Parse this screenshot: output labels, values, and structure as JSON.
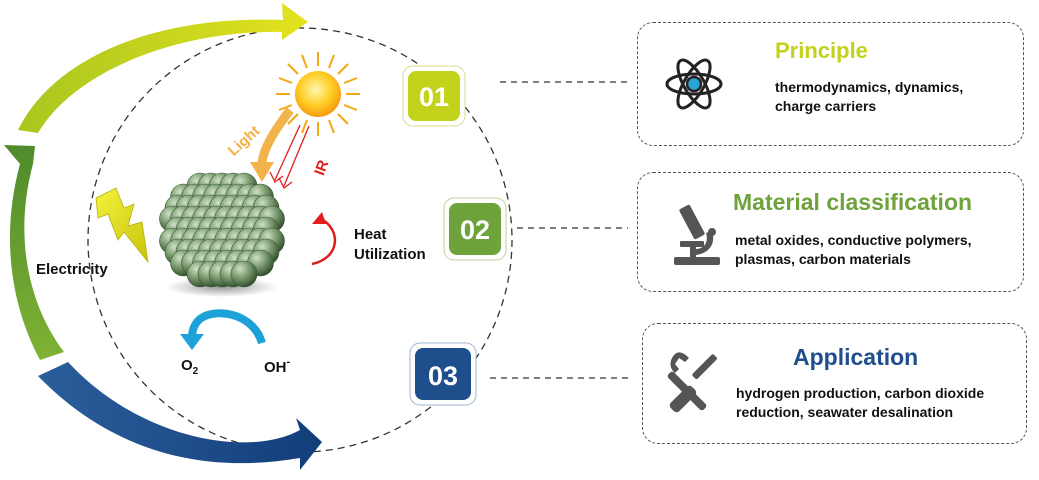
{
  "diagram": {
    "center_labels": {
      "light": "Light",
      "ir": "IR",
      "heat_line1": "Heat",
      "heat_line2": "Utilization",
      "electricity": "Electricity",
      "o2_main": "O",
      "o2_sub": "2",
      "oh_main": "OH",
      "oh_sup": "-"
    },
    "badges": [
      "01",
      "02",
      "03"
    ],
    "cards": [
      {
        "title": "Principle",
        "lines": [
          "thermodynamics, dynamics,",
          "charge carriers"
        ],
        "icon": "atom-icon",
        "color": "#c3d21a"
      },
      {
        "title": "Material classification",
        "lines": [
          "metal oxides, conductive polymers,",
          "plasmas,  carbon materials"
        ],
        "icon": "microscope-icon",
        "color": "#6ea23a"
      },
      {
        "title": "Application",
        "lines": [
          "hydrogen production, carbon dioxide",
          "reduction, seawater desalination"
        ],
        "icon": "tools-icon",
        "color": "#1f4e8c"
      }
    ],
    "colors": {
      "yellow_green": "#c7d418",
      "green": "#5d9b2e",
      "blue": "#1e4f8f",
      "light_arrow": "#f2b34a",
      "ir_arrow": "#e11e1e",
      "reaction_arrow": "#1ea0d8"
    }
  }
}
